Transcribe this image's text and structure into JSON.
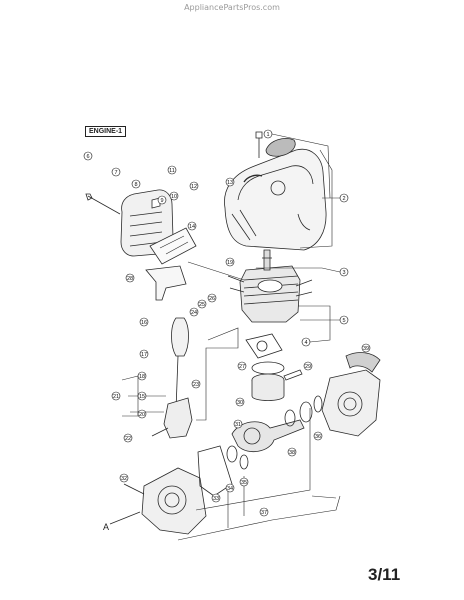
{
  "header": {
    "watermark": "AppliancePartsPros.com"
  },
  "diagram": {
    "section_label": "ENGINE-1",
    "page_number": "3/11",
    "reference_letter": "A",
    "callouts": [
      "1",
      "2",
      "3",
      "4",
      "5",
      "6",
      "7",
      "8",
      "9",
      "10",
      "11",
      "12",
      "13",
      "14",
      "15",
      "16",
      "17",
      "18",
      "19",
      "20",
      "21",
      "22",
      "23",
      "24",
      "25",
      "26",
      "27",
      "28",
      "29",
      "30",
      "31",
      "32",
      "33",
      "34",
      "35",
      "36",
      "37",
      "38",
      "39"
    ]
  }
}
